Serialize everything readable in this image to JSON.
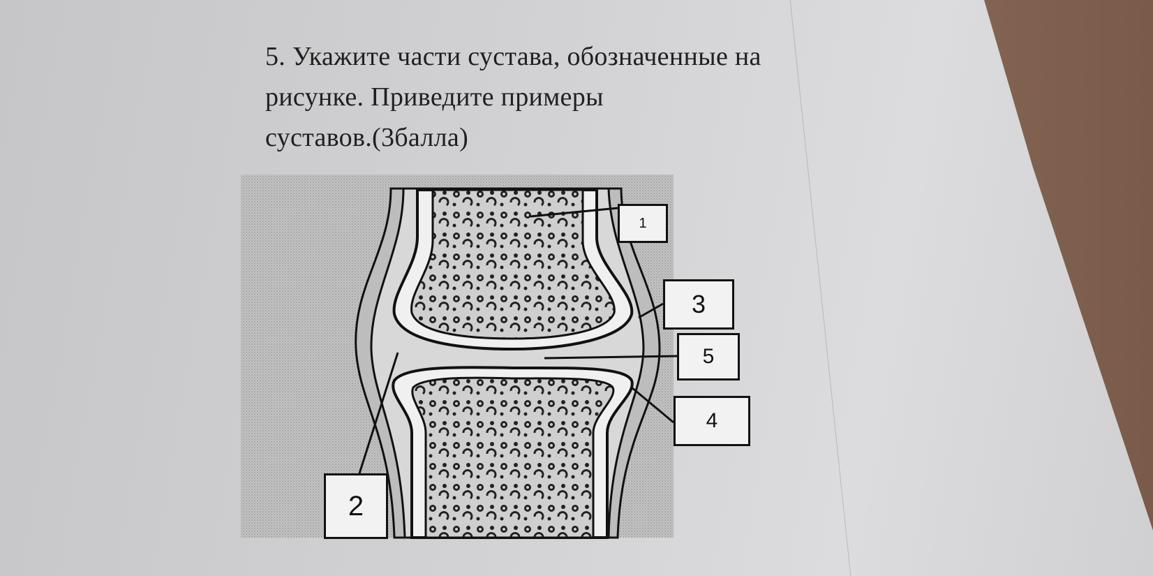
{
  "question": {
    "line1": "5. Укажите части сустава, обозначенные на",
    "line2": "рисунке. Приведите примеры",
    "line3": "суставов.(3балла)"
  },
  "diagram": {
    "labels": [
      "1",
      "2",
      "3",
      "4",
      "5"
    ]
  },
  "colors": {
    "paper": "#d2d2d4",
    "ink": "#111111",
    "table": "#8a6a58"
  }
}
